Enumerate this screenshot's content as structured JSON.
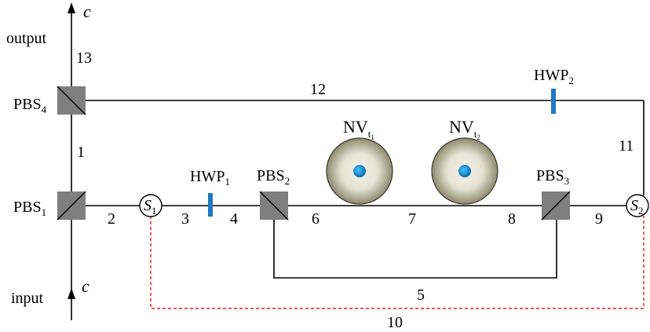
{
  "labels": {
    "output": "output",
    "input": "input",
    "c_top": "c",
    "c_bottom": "c"
  },
  "components": {
    "pbs1": {
      "main": "PBS",
      "sub": "1"
    },
    "pbs2": {
      "main": "PBS",
      "sub": "2"
    },
    "pbs3": {
      "main": "PBS",
      "sub": "3"
    },
    "pbs4": {
      "main": "PBS",
      "sub": "4"
    },
    "hwp1": {
      "main": "HWP",
      "sub": "1"
    },
    "hwp2": {
      "main": "HWP",
      "sub": "2"
    },
    "s1": {
      "main": "S",
      "sub": "1"
    },
    "s2": {
      "main": "S",
      "sub": "2"
    },
    "nv1": {
      "main": "NV",
      "sub": "t",
      "subsub": "1"
    },
    "nv2": {
      "main": "NV",
      "sub": "t",
      "subsub": "2"
    }
  },
  "paths": {
    "p1": "1",
    "p2": "2",
    "p3": "3",
    "p4": "4",
    "p5": "5",
    "p6": "6",
    "p7": "7",
    "p8": "8",
    "p9": "9",
    "p10": "10",
    "p11": "11",
    "p12": "12",
    "p13": "13"
  },
  "colors": {
    "beam": "#000000",
    "pbs_fill": "#7f7f7f",
    "hwp_fill": "#1f78c1",
    "classical_link": "#e0201b",
    "nv_center": "#1e90d6"
  }
}
